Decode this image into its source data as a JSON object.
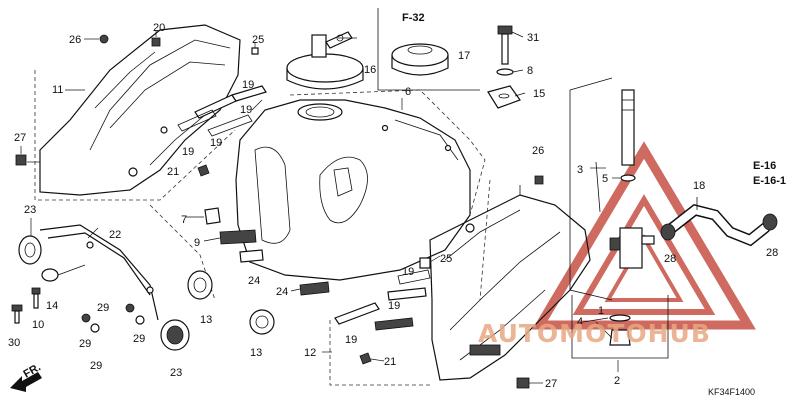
{
  "refs": {
    "f32": "F-32",
    "e16": "E-16",
    "e161": "E-16-1"
  },
  "labels": {
    "p1": "1",
    "p2": "2",
    "p3": "3",
    "p4": "4",
    "p5": "5",
    "p6": "6",
    "p7": "7",
    "p8": "8",
    "p9": "9",
    "p10": "10",
    "p11": "11",
    "p12": "12",
    "p13a": "13",
    "p13b": "13",
    "p14": "14",
    "p15": "15",
    "p16": "16",
    "p17": "17",
    "p18": "18",
    "p19a": "19",
    "p19b": "19",
    "p19c": "19",
    "p19d": "19",
    "p19e": "19",
    "p19f": "19",
    "p20": "20",
    "p21a": "21",
    "p21b": "21",
    "p22": "22",
    "p23a": "23",
    "p23b": "23",
    "p24a": "24",
    "p24b": "24",
    "p25a": "25",
    "p25b": "25",
    "p26a": "26",
    "p26b": "26",
    "p27a": "27",
    "p27b": "27",
    "p28a": "28",
    "p28b": "28",
    "p29a": "29",
    "p29b": "29",
    "p29c": "29",
    "p29d": "29",
    "p30": "30",
    "p31": "31"
  },
  "front_marker": "FR.",
  "diagram_code": "KF34F1400",
  "watermark": {
    "text": "AUTOMOTOHUB",
    "color_main": "#E8A882",
    "color_accent": "#F2C27A",
    "triangle_color": "#C0392B"
  }
}
